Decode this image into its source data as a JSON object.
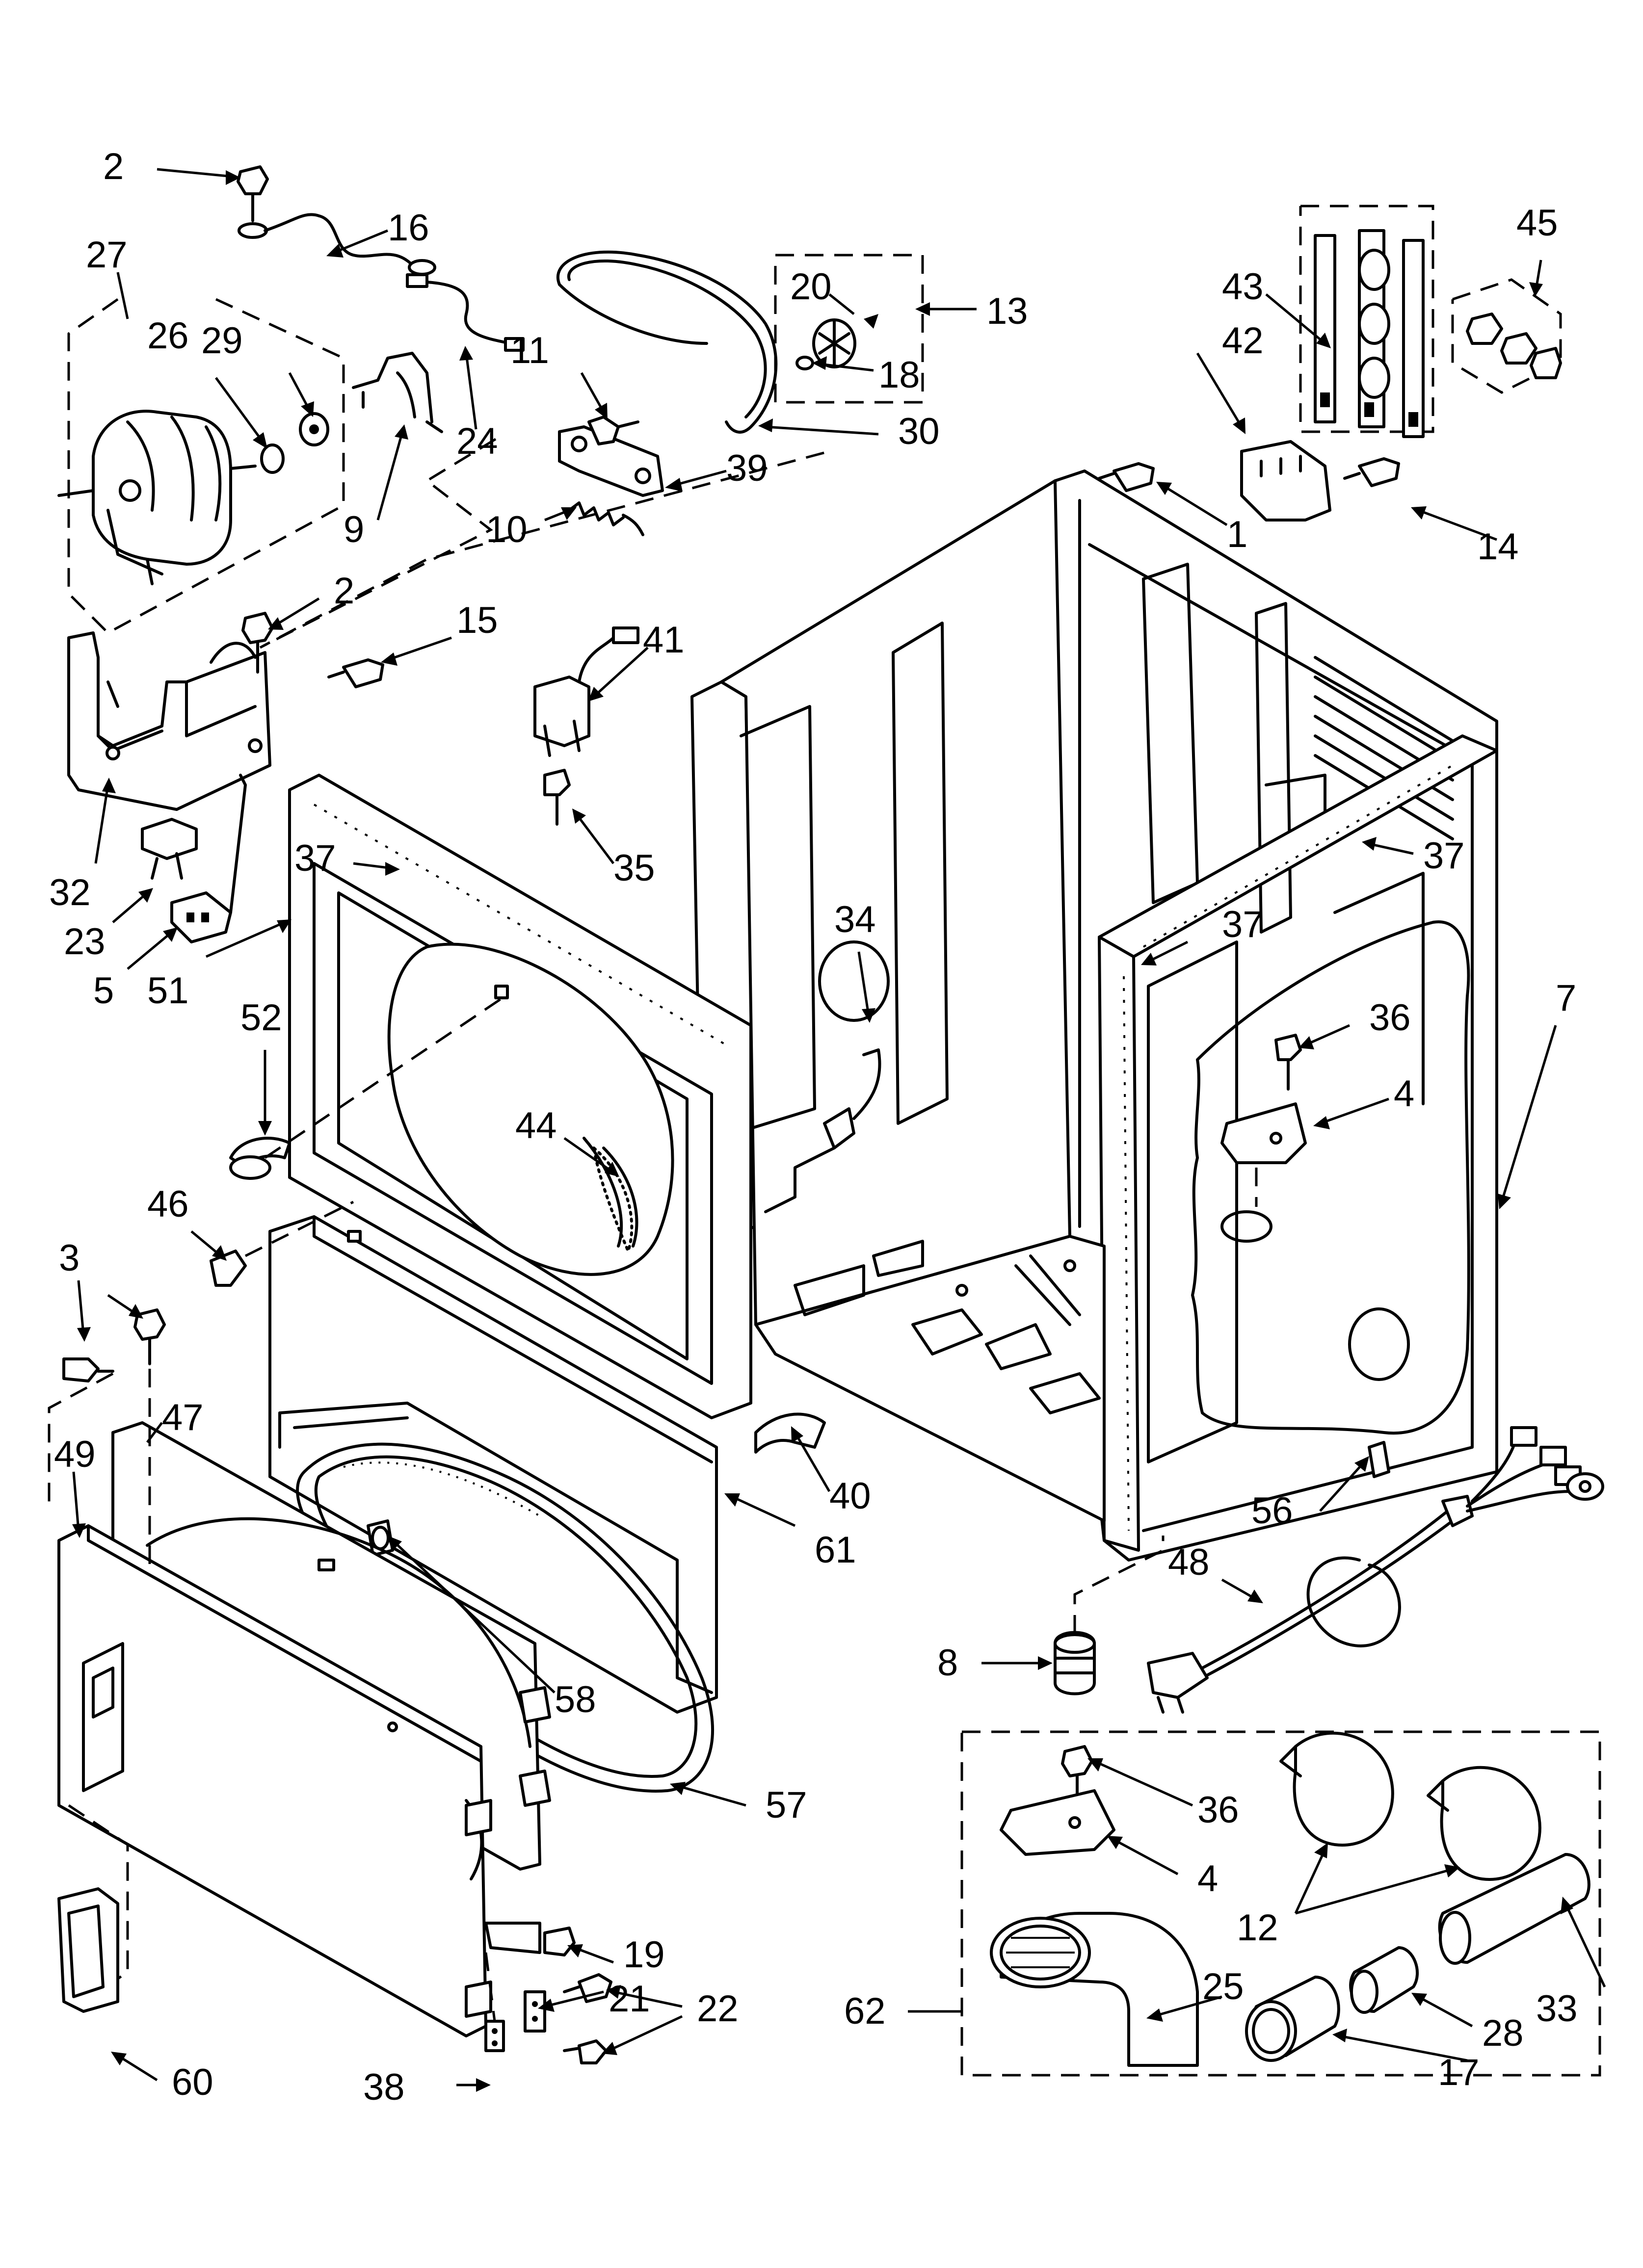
{
  "diagram": {
    "callouts": [
      {
        "id": "c2a",
        "label": "2"
      },
      {
        "id": "c16",
        "label": "16"
      },
      {
        "id": "c27",
        "label": "27"
      },
      {
        "id": "c29",
        "label": "29"
      },
      {
        "id": "c26",
        "label": "26"
      },
      {
        "id": "c24",
        "label": "24"
      },
      {
        "id": "c9",
        "label": "9"
      },
      {
        "id": "c11",
        "label": "11"
      },
      {
        "id": "c10",
        "label": "10"
      },
      {
        "id": "c39",
        "label": "39"
      },
      {
        "id": "c30",
        "label": "30"
      },
      {
        "id": "c20",
        "label": "20"
      },
      {
        "id": "c18",
        "label": "18"
      },
      {
        "id": "c13",
        "label": "13"
      },
      {
        "id": "c45",
        "label": "45"
      },
      {
        "id": "c43",
        "label": "43"
      },
      {
        "id": "c42",
        "label": "42"
      },
      {
        "id": "c1",
        "label": "1"
      },
      {
        "id": "c14",
        "label": "14"
      },
      {
        "id": "c2b",
        "label": "2"
      },
      {
        "id": "c15",
        "label": "15"
      },
      {
        "id": "c41",
        "label": "41"
      },
      {
        "id": "c35",
        "label": "35"
      },
      {
        "id": "c32",
        "label": "32"
      },
      {
        "id": "c23",
        "label": "23"
      },
      {
        "id": "c5",
        "label": "5"
      },
      {
        "id": "c51",
        "label": "51"
      },
      {
        "id": "c37a",
        "label": "37"
      },
      {
        "id": "c37b",
        "label": "37"
      },
      {
        "id": "c37c",
        "label": "37"
      },
      {
        "id": "c34",
        "label": "34"
      },
      {
        "id": "c36a",
        "label": "36"
      },
      {
        "id": "c4a",
        "label": "4"
      },
      {
        "id": "c7",
        "label": "7"
      },
      {
        "id": "c52",
        "label": "52"
      },
      {
        "id": "c44",
        "label": "44"
      },
      {
        "id": "c46",
        "label": "46"
      },
      {
        "id": "c3",
        "label": "3"
      },
      {
        "id": "c47",
        "label": "47"
      },
      {
        "id": "c49",
        "label": "49"
      },
      {
        "id": "c40",
        "label": "40"
      },
      {
        "id": "c61",
        "label": "61"
      },
      {
        "id": "c56",
        "label": "56"
      },
      {
        "id": "c48",
        "label": "48"
      },
      {
        "id": "c8",
        "label": "8"
      },
      {
        "id": "c58",
        "label": "58"
      },
      {
        "id": "c57",
        "label": "57"
      },
      {
        "id": "c36b",
        "label": "36"
      },
      {
        "id": "c4b",
        "label": "4"
      },
      {
        "id": "c12",
        "label": "12"
      },
      {
        "id": "c62",
        "label": "62"
      },
      {
        "id": "c25",
        "label": "25"
      },
      {
        "id": "c33",
        "label": "33"
      },
      {
        "id": "c28",
        "label": "28"
      },
      {
        "id": "c17",
        "label": "17"
      },
      {
        "id": "c19",
        "label": "19"
      },
      {
        "id": "c21",
        "label": "21"
      },
      {
        "id": "c22",
        "label": "22"
      },
      {
        "id": "c60",
        "label": "60"
      },
      {
        "id": "c38",
        "label": "38"
      }
    ]
  }
}
